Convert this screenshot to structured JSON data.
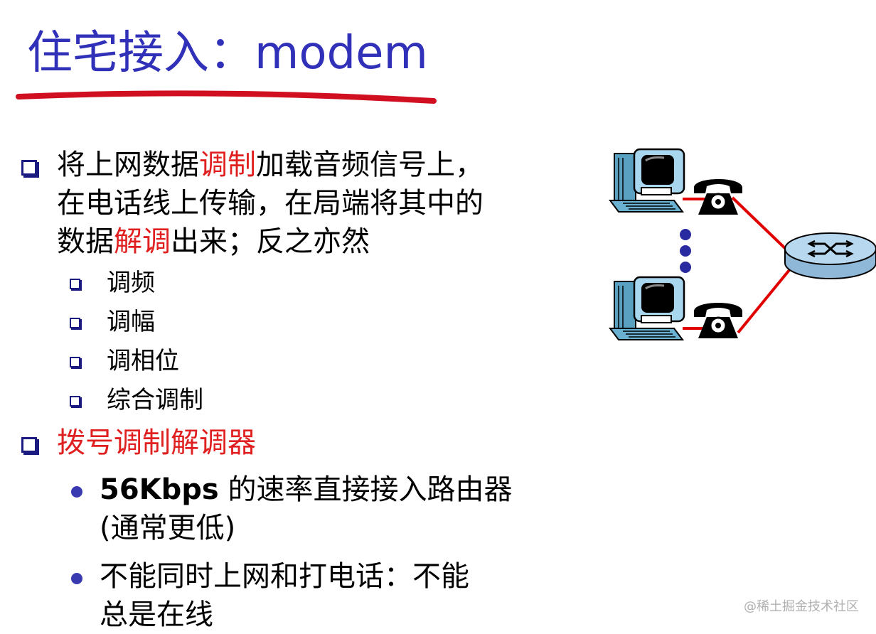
{
  "title": "住宅接入：modem",
  "bullets": {
    "b1_line1_a": "将上网数据",
    "b1_line1_red": "调制",
    "b1_line1_b": "加载音频信号上，",
    "b1_line2": "在电话线上传输，在局端将其中的",
    "b1_line3_a": "数据",
    "b1_line3_red": "解调",
    "b1_line3_b": "出来；反之亦然",
    "sub": [
      "调频",
      "调幅",
      "调相位",
      "综合调制"
    ],
    "b2": "拨号调制解调器",
    "b2_items": [
      {
        "line1_bold": "56Kbps",
        "line1": " 的速率直接接入路由器",
        "line2": "(通常更低)"
      },
      {
        "line1": "不能同时上网和打电话：不能",
        "line2": "总是在线"
      }
    ]
  },
  "watermark": "@稀土掘金技术社区",
  "colors": {
    "title": "#3030b8",
    "emphasis": "#e02020",
    "underline": "#d01020",
    "bullet": "#1a1a80",
    "link": "#e00000"
  },
  "diagram_icons": [
    "computer-icon",
    "telephone-icon",
    "computer-icon",
    "telephone-icon",
    "router-icon"
  ]
}
